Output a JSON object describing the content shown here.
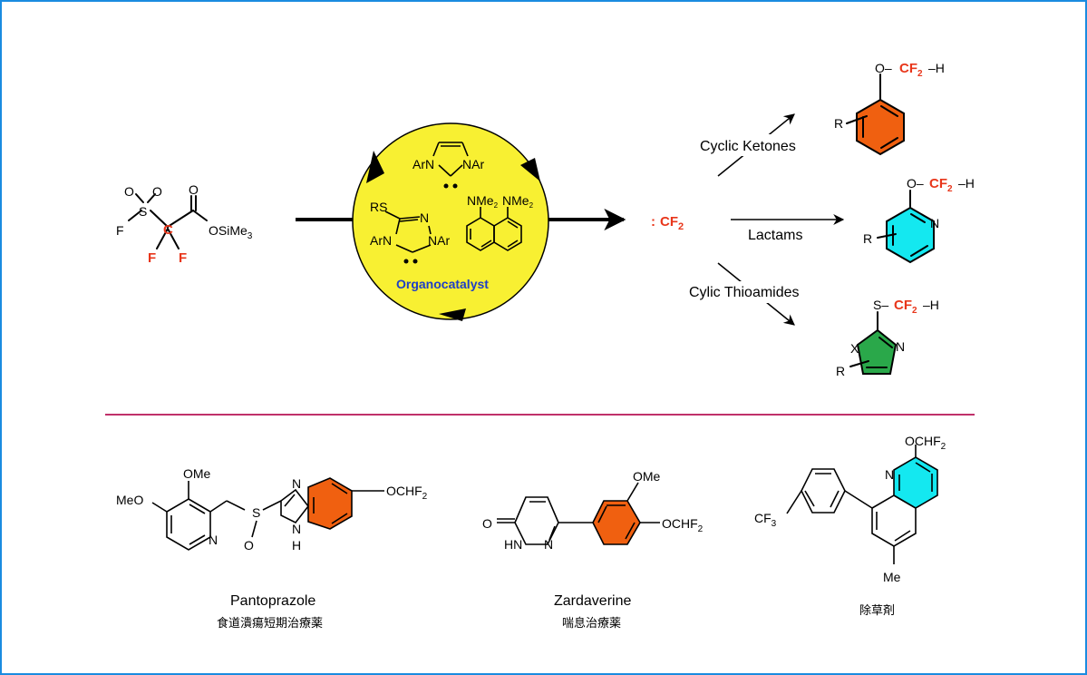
{
  "reagent": {
    "label_F": "F",
    "label_S": "S",
    "label_O1": "O",
    "label_O2": "O",
    "label_C": "C",
    "label_F1": "F",
    "label_F2": "F",
    "label_CO": "O",
    "label_OSiMe3": "OSiMe",
    "label_sub3": "3"
  },
  "catalyst": {
    "title": "Organocatalyst",
    "imidazole_ArN": "ArN",
    "imidazole_NAr": "NAr",
    "triazole_RS": "RS",
    "triazole_N": "N",
    "triazole_N2": "N",
    "triazole_ArN": "ArN",
    "triazole_NAr": "NAr",
    "naph_NMe2_a": "NMe",
    "naph_NMe2_b": "NMe",
    "sub2": "2"
  },
  "carbene": {
    "colon": ":",
    "label": "CF",
    "sub": "2"
  },
  "routes": [
    {
      "label": "Cyclic Ketones"
    },
    {
      "label": "Lactams"
    },
    {
      "label": "Cylic Thioamides"
    }
  ],
  "products": {
    "phenol": {
      "O": "O–",
      "CF2": "CF",
      "sub": "2",
      "H": "–H",
      "R": "R"
    },
    "pyridine": {
      "O": "O–",
      "CF2": "CF",
      "sub": "2",
      "H": "–H",
      "R": "R",
      "N": "N"
    },
    "azole": {
      "S": "S–",
      "CF2": "CF",
      "sub": "2",
      "H": "–H",
      "R": "R",
      "N": "N",
      "X": "X"
    }
  },
  "drugs": [
    {
      "name": "Pantoprazole",
      "jp": "食道潰瘍短期治療薬",
      "labels": {
        "MeO": "MeO",
        "OMe": "OMe",
        "N": "N",
        "S": "S",
        "O": "O",
        "N2": "N",
        "NH": "N",
        "H": "H",
        "OCHF2": "OCHF",
        "sub": "2"
      }
    },
    {
      "name": "Zardaverine",
      "jp": "喘息治療薬",
      "labels": {
        "O": "O",
        "HN": "HN",
        "N": "N",
        "OMe": "OMe",
        "OCHF2": "OCHF",
        "sub": "2"
      }
    },
    {
      "name": "",
      "jp": "除草剤",
      "labels": {
        "OCHF2": "OCHF",
        "sub": "2",
        "N": "N",
        "CF3": "CF",
        "sub3": "3",
        "Me": "Me"
      }
    }
  ],
  "colors": {
    "frame": "#1a8be0",
    "catalyst_fill": "#f8f032",
    "catalyst_text": "#1d3ec8",
    "highlight_red": "#e8361b",
    "orange_ring": "#f06010",
    "cyan_ring": "#14e8f0",
    "green_ring": "#2aa84a",
    "divider": "#c0306a"
  }
}
